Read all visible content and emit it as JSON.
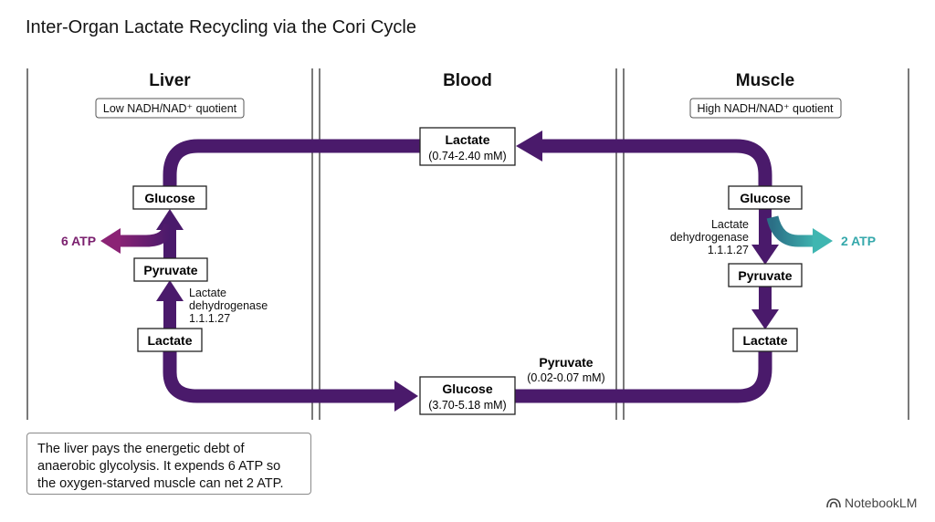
{
  "title": "Inter-Organ Lactate Recycling via the Cori Cycle",
  "columns": {
    "liver": "Liver",
    "blood": "Blood",
    "muscle": "Muscle"
  },
  "conditions": {
    "liver": "Low NADH/NAD⁺ quotient",
    "muscle": "High NADH/NAD⁺ quotient"
  },
  "boxes": {
    "blood_lactate": {
      "label": "Lactate",
      "sub": "(0.74-2.40 mM)"
    },
    "blood_glucose": {
      "label": "Glucose",
      "sub": "(3.70-5.18 mM)"
    },
    "liver_glucose": "Glucose",
    "liver_pyruvate": "Pyruvate",
    "liver_lactate": "Lactate",
    "muscle_glucose": "Glucose",
    "muscle_pyruvate": "Pyruvate",
    "muscle_lactate": "Lactate"
  },
  "blood_pyruvate": {
    "label": "Pyruvate",
    "sub": "(0.02-0.07 mM)"
  },
  "enzyme_liver": {
    "line1": "Lactate",
    "line2": "dehydrogenase",
    "line3": "1.1.1.27"
  },
  "enzyme_muscle": {
    "line1": "Lactate",
    "line2": "dehydrogenase",
    "line3": "1.1.1.27"
  },
  "atp": {
    "liver": "6 ATP",
    "muscle": "2 ATP"
  },
  "footnote": "The liver pays the energetic debt of anaerobic glycolysis. It expends 6 ATP so the oxygen-starved muscle can net 2 ATP.",
  "watermark": "NotebookLM",
  "colors": {
    "cycle": "#4a1a6b",
    "liver_atp": "#7a1f6e",
    "muscle_atp": "#35a8ab"
  }
}
